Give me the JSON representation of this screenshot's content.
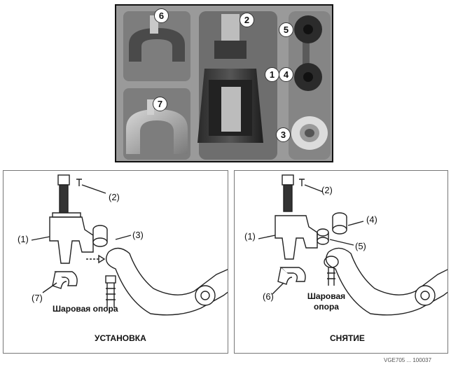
{
  "photo": {
    "badges": [
      "6",
      "2",
      "5",
      "1",
      "4",
      "7",
      "3"
    ]
  },
  "install_panel": {
    "title": "УСТАНОВКА",
    "labels": [
      "(2)",
      "(1)",
      "(3)",
      "(7)"
    ],
    "caption": "Шаровая опора"
  },
  "removal_panel": {
    "title": "СНЯТИЕ",
    "labels": [
      "(2)",
      "(4)",
      "(1)",
      "(5)",
      "(6)"
    ],
    "caption_line1": "Шаровая",
    "caption_line2": "опора"
  },
  "footer_code": "VGE705 ... 100037"
}
